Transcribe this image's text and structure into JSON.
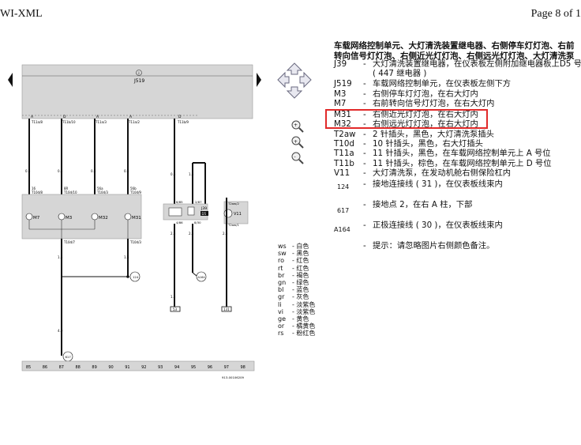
{
  "header": {
    "app_title": "WI-XML",
    "page_label": "Page 8 of 1"
  },
  "legend": {
    "title": "车载网络控制单元、大灯清洗装置继电器、右侧停车灯灯泡、右前转向信号灯灯泡、右侧近光灯灯泡、右侧远光灯灯泡、大灯清洗泵",
    "items": [
      {
        "code": "J39",
        "text": "大灯清洗装置继电器，在仪表板左侧附加继电器板上D5 号位"
      },
      {
        "code": "",
        "text": "( 447 继电器 )"
      },
      {
        "code": "J519",
        "text": "车载网络控制单元，在仪表板左侧下方"
      },
      {
        "code": "M3",
        "text": "右侧停车灯灯泡，在右大灯内"
      },
      {
        "code": "M7",
        "text": "右前转向信号灯灯泡，在右大灯内"
      },
      {
        "code": "M31",
        "text": "右侧近光灯灯泡，在右大灯内"
      },
      {
        "code": "M32",
        "text": "右侧远光灯灯泡，在右大灯内"
      },
      {
        "code": "T2aw",
        "text": "2 针插头，黑色，大灯清洗泵插头"
      },
      {
        "code": "T10d",
        "text": "10 针插头，黑色，右大灯插头"
      },
      {
        "code": "T11a",
        "text": "11 针插头，黑色，在车载网络控制单元上 A 号位"
      },
      {
        "code": "T11b",
        "text": "11 针插头，棕色，在车载网络控制单元上 D 号位"
      },
      {
        "code": "V11",
        "text": "大灯清洗泵，在发动机舱右侧保险杠内"
      },
      {
        "code": "124",
        "text": "接地连接线 ( 31 )，在仪表板线束内"
      },
      {
        "code": "617",
        "text": "接地点 2，在右 A 柱，下部"
      },
      {
        "code": "A164",
        "text": "正极连接线 ( 30 )，在仪表板线束内"
      },
      {
        "code": "",
        "text": "提示：请忽略图片右侧颜色备注。"
      }
    ]
  },
  "colors": [
    {
      "abbr": "ws",
      "name": "白色"
    },
    {
      "abbr": "sw",
      "name": "黑色"
    },
    {
      "abbr": "ro",
      "name": "红色"
    },
    {
      "abbr": "rt",
      "name": "红色"
    },
    {
      "abbr": "br",
      "name": "褐色"
    },
    {
      "abbr": "gn",
      "name": "绿色"
    },
    {
      "abbr": "bl",
      "name": "蓝色"
    },
    {
      "abbr": "gr",
      "name": "灰色"
    },
    {
      "abbr": "li",
      "name": "淡紫色"
    },
    {
      "abbr": "vi",
      "name": "淡紫色"
    },
    {
      "abbr": "ge",
      "name": "黄色"
    },
    {
      "abbr": "or",
      "name": "橘黄色"
    },
    {
      "abbr": "rs",
      "name": "粉红色"
    }
  ],
  "diagram": {
    "unit_label": "J519",
    "unit_marker": "i",
    "top_pins": [
      {
        "pin": "A",
        "conn": "T11a/8"
      },
      {
        "pin": "D",
        "conn": "T11b/10"
      },
      {
        "pin": "A",
        "conn": "T11a/3"
      },
      {
        "pin": "A",
        "conn": "T11a/2"
      },
      {
        "pin": "D",
        "conn": "T11b/9"
      }
    ],
    "wire_sizes": [
      "0.5",
      "0.5",
      "0.5",
      "0.5",
      "0.5",
      "1.5"
    ],
    "lamp_conn": [
      "T10d/8",
      "T10d/10",
      "T10d/3",
      "T10d/9"
    ],
    "lamp_conn_pre": [
      "16",
      "8R",
      "56a",
      "56b"
    ],
    "lamps": [
      "M7",
      "M3",
      "M32",
      "M31"
    ],
    "relay": {
      "label": "J39",
      "num": "D5",
      "pins": [
        "6/85",
        "2/87",
        "4/86",
        "8/30"
      ]
    },
    "pump": {
      "label": "V11",
      "conn_top": "T2aw/2",
      "conn_bot": "T2aw/1"
    },
    "bottom_conn": [
      "T10d/7",
      "T10d/3"
    ],
    "grounds": [
      "124",
      "A164",
      "617"
    ],
    "ground_wire": "4.0",
    "terminals": [
      "53",
      "131"
    ],
    "lower_wires": [
      "1.5",
      "1.5",
      "2.5",
      "2.5",
      "2.5",
      "1.5"
    ],
    "track_numbers": [
      "85",
      "86",
      "87",
      "88",
      "89",
      "90",
      "91",
      "92",
      "93",
      "94",
      "95",
      "96",
      "97",
      "98"
    ],
    "doc_id": "913-00106209"
  },
  "accent_highlight": "#e12a2a",
  "navigation_icons": [
    "nav-up-icon",
    "nav-left-icon",
    "nav-right-icon",
    "nav-down-icon",
    "zoom-in-icon",
    "zoom-center-icon",
    "zoom-out-icon"
  ]
}
